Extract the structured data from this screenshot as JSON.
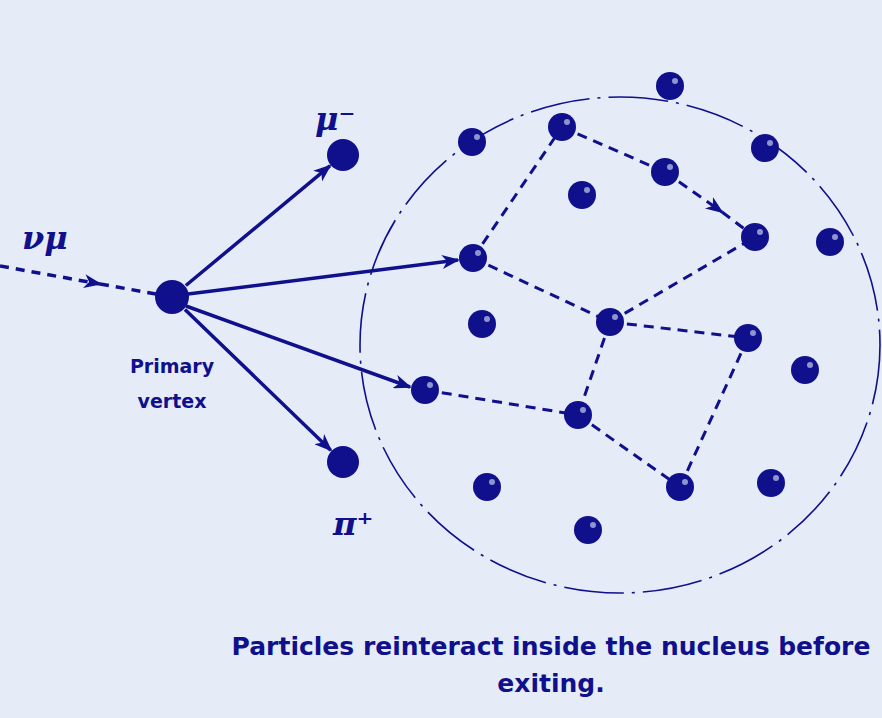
{
  "diagram": {
    "caption": "Particles reinteract inside the nucleus before exiting.",
    "nodes": [
      {
        "text": [
          "Primary vertex"
        ]
      },
      {
        "text": [
          "μ⁻"
        ]
      },
      {
        "text": [
          "π⁺"
        ]
      }
    ],
    "edges": [
      {
        "from": 0,
        "to": 1,
        "arrow": "to"
      },
      {
        "from": 0,
        "to": 2,
        "arrow": "to"
      }
    ],
    "labels": [
      "νμ"
    ]
  }
}
